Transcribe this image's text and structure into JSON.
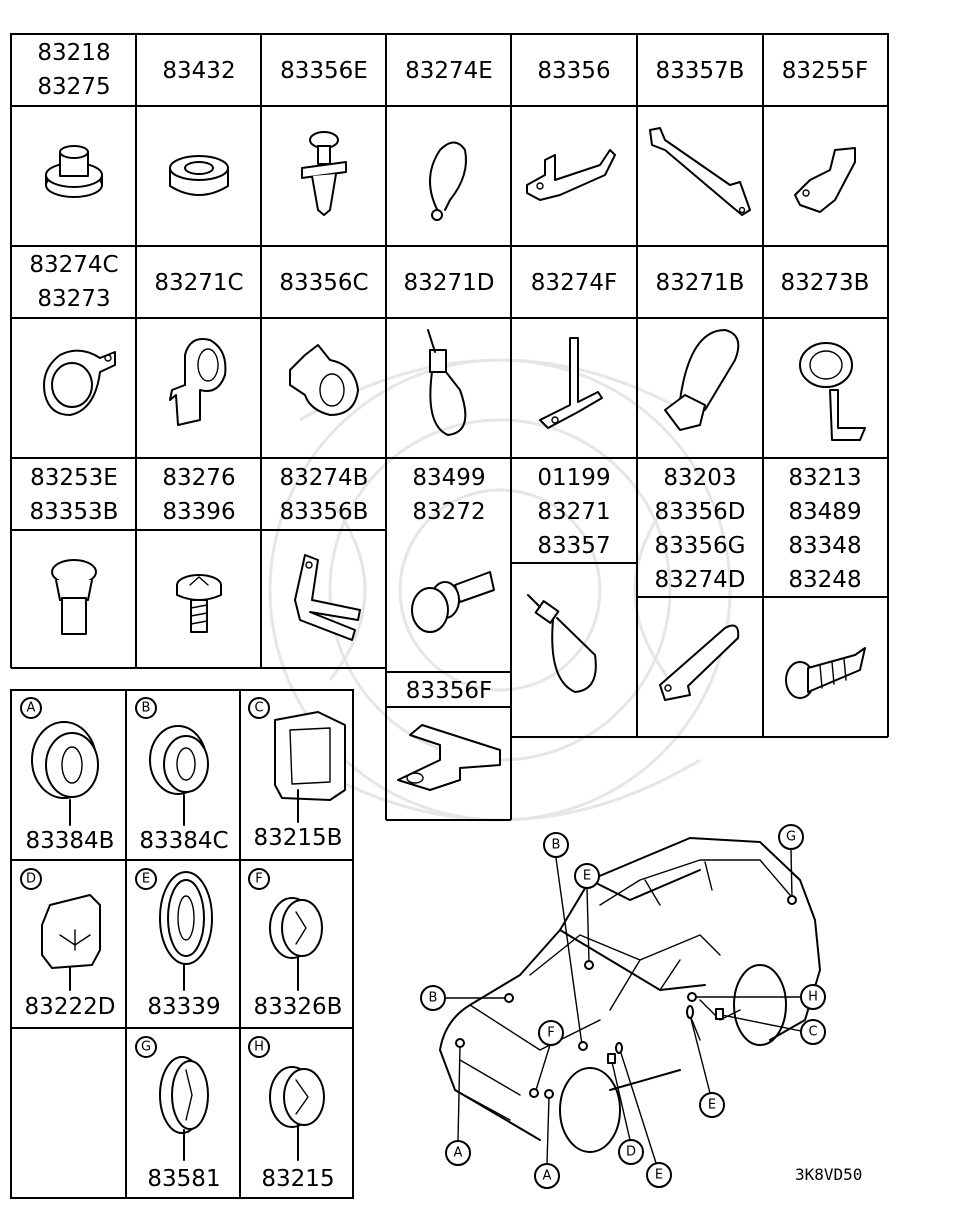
{
  "top_table": {
    "rows": [
      {
        "cells": [
          [
            "83218",
            "83275"
          ],
          [
            "83432"
          ],
          [
            "83356E"
          ],
          [
            "83274E"
          ],
          [
            "83356"
          ],
          [
            "83357B"
          ],
          [
            "83255F"
          ]
        ]
      },
      {
        "cells": [
          [
            "83274C",
            "83273"
          ],
          [
            "83271C"
          ],
          [
            "83356C"
          ],
          [
            "83271D"
          ],
          [
            "83274F"
          ],
          [
            "83271B"
          ],
          [
            "83273B"
          ]
        ]
      },
      {
        "cells": [
          [
            "83253E",
            "83353B"
          ],
          [
            "83276",
            "83396"
          ],
          [
            "83274B",
            "83356B"
          ],
          [
            "83499",
            "83272"
          ],
          [
            "01199",
            "83271",
            "83357"
          ],
          [
            "83203",
            "83356D",
            "83356G",
            "83274D"
          ],
          [
            "83213",
            "83489",
            "83348",
            "83248"
          ]
        ]
      }
    ],
    "extra_cell": [
      "83356F"
    ]
  },
  "grommets": [
    {
      "letter": "A",
      "code": "83384B"
    },
    {
      "letter": "B",
      "code": "83384C"
    },
    {
      "letter": "C",
      "code": "83215B"
    },
    {
      "letter": "D",
      "code": "83222D"
    },
    {
      "letter": "E",
      "code": "83339"
    },
    {
      "letter": "F",
      "code": "83326B"
    },
    {
      "letter": "G",
      "code": "83581"
    },
    {
      "letter": "H",
      "code": "83215"
    }
  ],
  "vehicle_callouts": [
    {
      "letter": "B"
    },
    {
      "letter": "E"
    },
    {
      "letter": "G"
    },
    {
      "letter": "B"
    },
    {
      "letter": "H"
    },
    {
      "letter": "F"
    },
    {
      "letter": "C"
    },
    {
      "letter": "E"
    },
    {
      "letter": "D"
    },
    {
      "letter": "A"
    },
    {
      "letter": "A"
    },
    {
      "letter": "E"
    }
  ],
  "diagram_ref": "3K8VD50"
}
